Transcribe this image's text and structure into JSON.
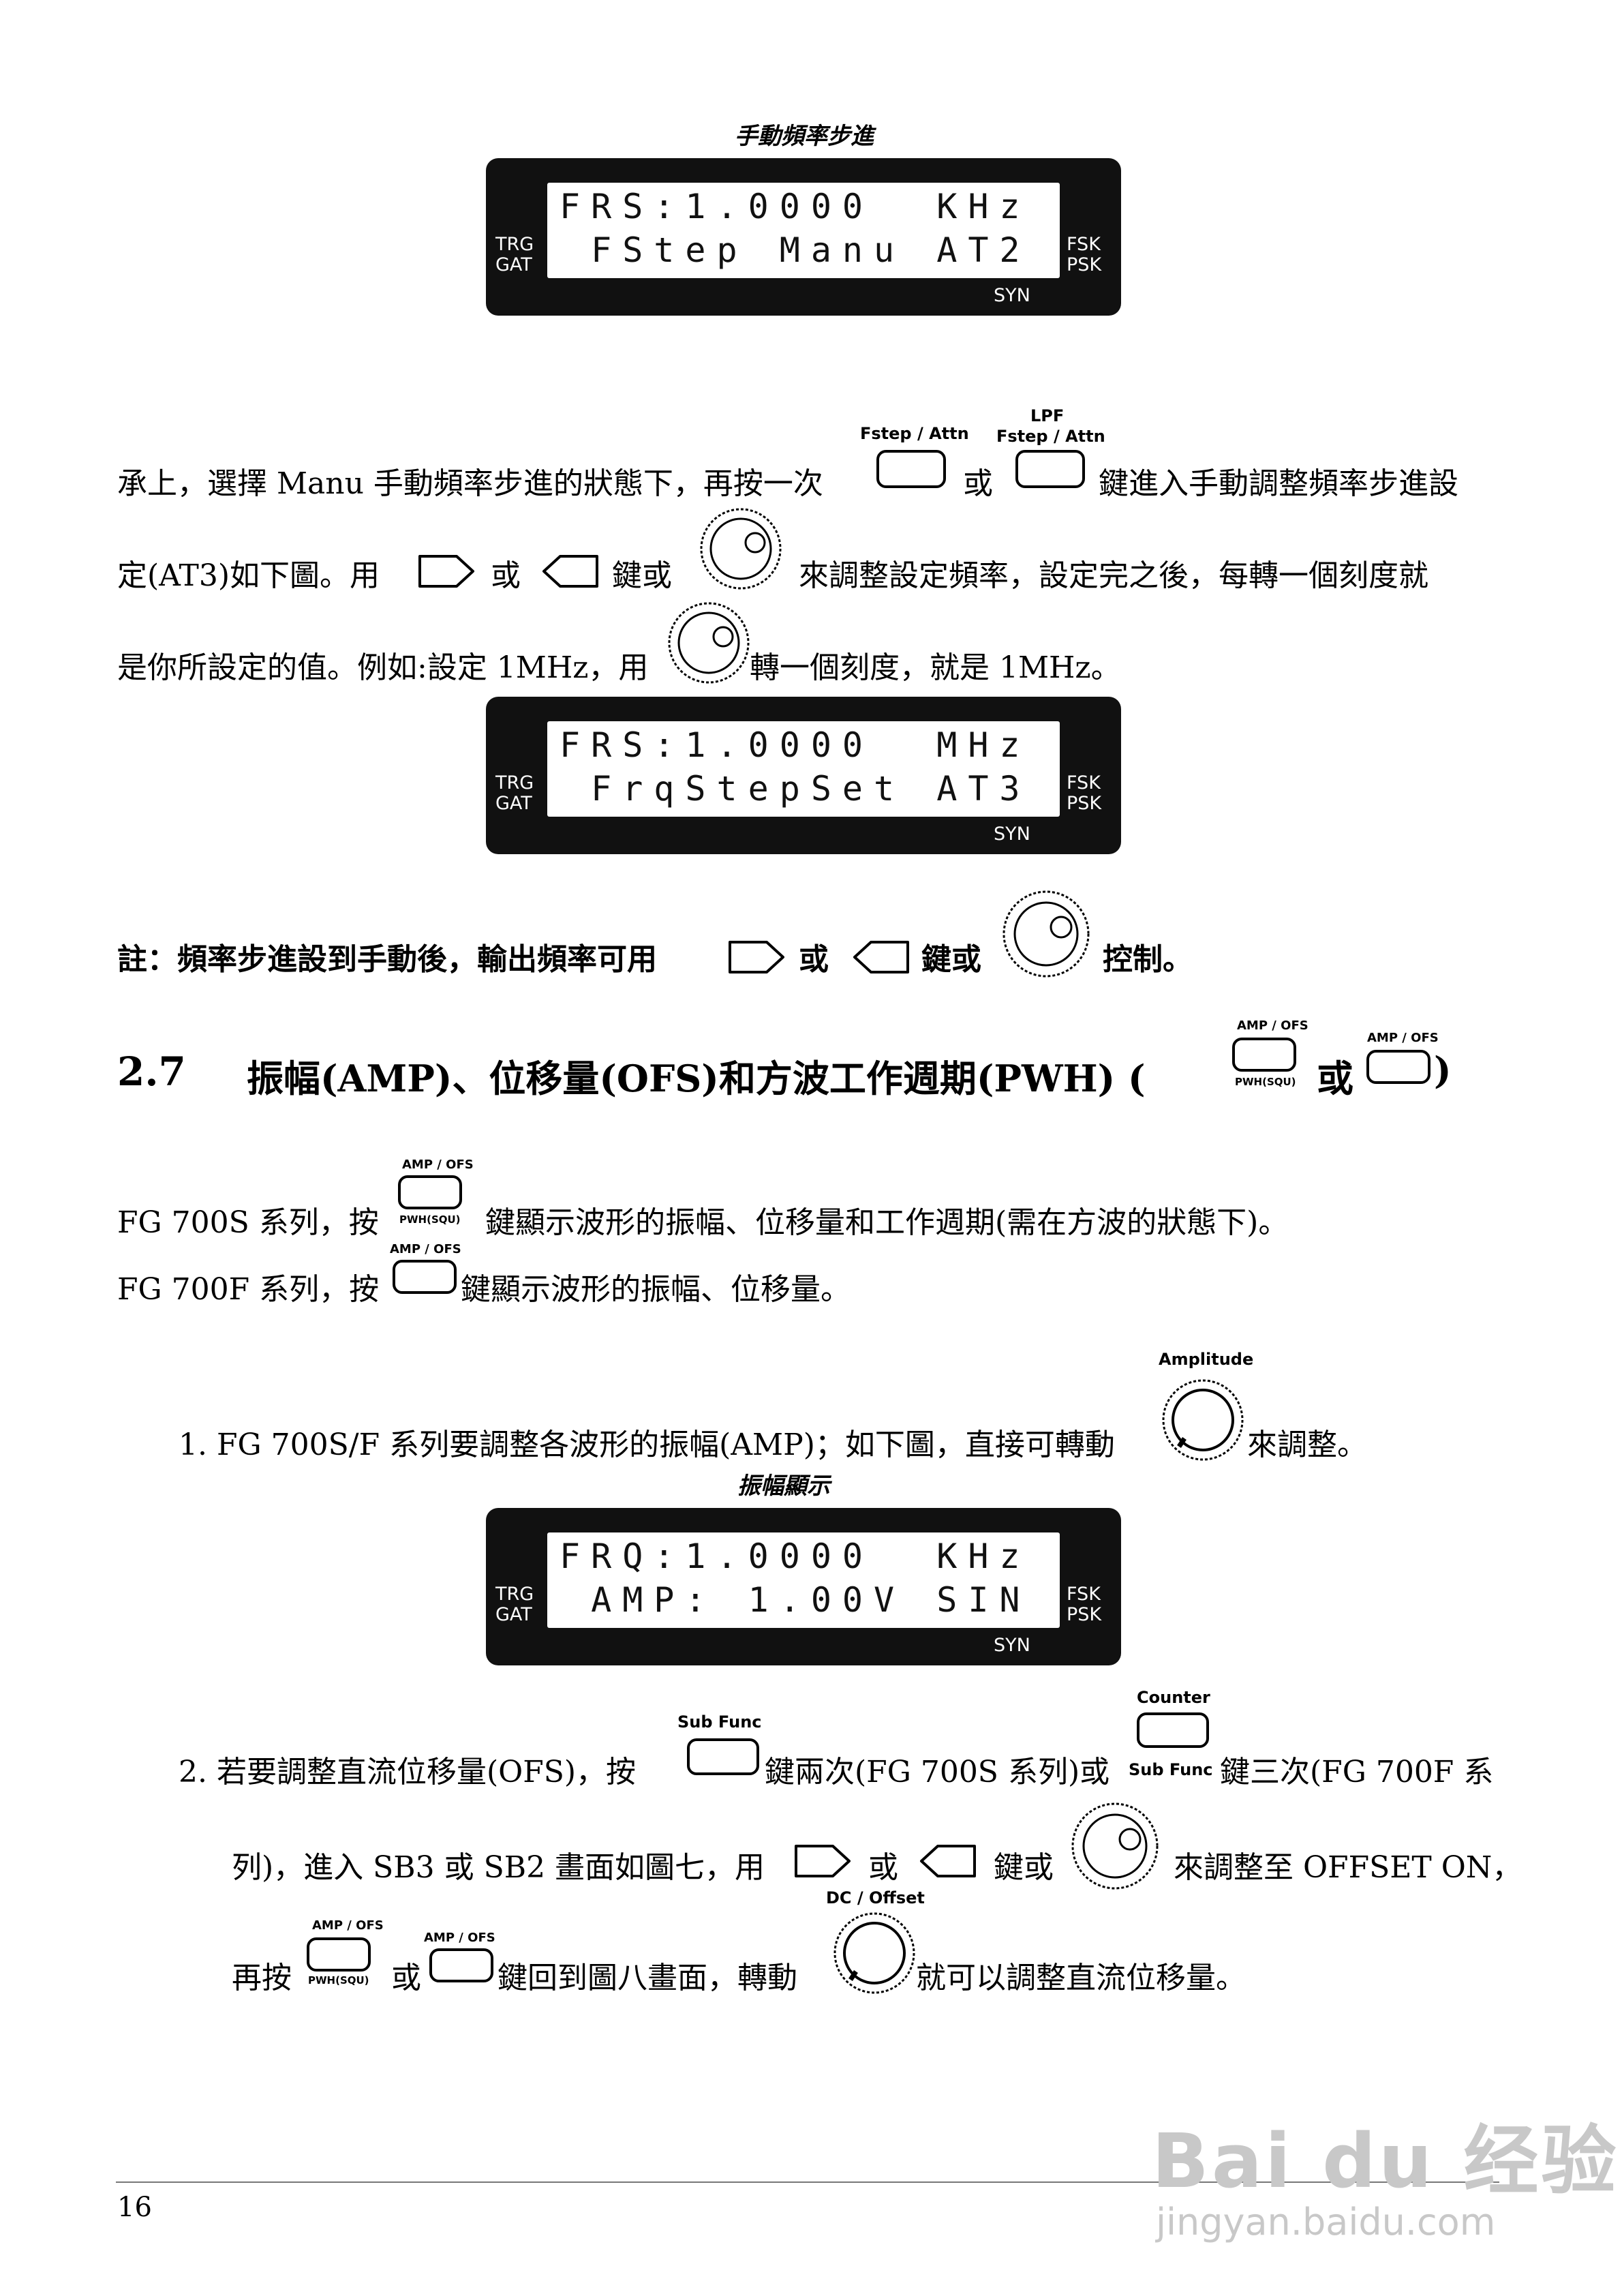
{
  "captions": {
    "manual_step": "手動頻率步進",
    "amp_display": "振幅顯示"
  },
  "lcd1": {
    "line1": "FRS:1.0000  KHz",
    "line2": " FStep Manu AT2",
    "left_top": "TRG",
    "left_bottom": "GAT",
    "right_top": "FSK",
    "right_bottom": "PSK",
    "bottom": "SYN"
  },
  "lcd2": {
    "line1": "FRS:1.0000  MHz",
    "line2": " FrqStepSet AT3",
    "left_top": "TRG",
    "left_bottom": "GAT",
    "right_top": "FSK",
    "right_bottom": "PSK",
    "bottom": "SYN"
  },
  "lcd3": {
    "line1": "FRQ:1.0000  KHz",
    "line2": " AMP: 1.00V SIN",
    "left_top": "TRG",
    "left_bottom": "GAT",
    "right_top": "FSK",
    "right_bottom": "PSK",
    "bottom": "SYN"
  },
  "keys": {
    "fstep_attn": "Fstep / Attn",
    "lpf": "LPF",
    "lpf_fstep_attn": "Fstep / Attn",
    "amp_ofs": "AMP / OFS",
    "pwh_squ": "PWH(SQU)",
    "amplitude": "Amplitude",
    "sub_func": "Sub Func",
    "counter": "Counter",
    "counter_sub": "Sub Func",
    "dc_offset": "DC / Offset"
  },
  "para1": {
    "a": "承上，選擇 Manu 手動頻率步進的狀態下，再按一次",
    "or": "或",
    "b": "鍵進入手動調整頻率步進設",
    "c": "定(AT3)如下圖。用",
    "d": "或",
    "e": "鍵或",
    "f": "來調整設定頻率，設定完之後，每轉一個刻度就",
    "g": "是你所設定的值。例如:設定 1MHz，用",
    "h": "轉一個刻度，就是 1MHz。"
  },
  "note": {
    "a": "註：頻率步進設到手動後，輸出頻率可用",
    "b": "或",
    "c": "鍵或",
    "d": "控制。"
  },
  "section": {
    "number": "2.7",
    "title": "振幅(AMP)、位移量(OFS)和方波工作週期(PWH) (",
    "or": "或",
    "close": ")"
  },
  "series": {
    "s_a": "FG 700S 系列，按",
    "s_b": "鍵顯示波形的振幅、位移量和工作週期(需在方波的狀態下)。",
    "f_a": "FG 700F 系列，按",
    "f_b": "鍵顯示波形的振幅、位移量。"
  },
  "item1": {
    "a": "1. FG 700S/F 系列要調整各波形的振幅(AMP)；如下圖，直接可轉動",
    "b": "來調整。"
  },
  "item2": {
    "a": "2. 若要調整直流位移量(OFS)，按",
    "b": "鍵兩次(FG 700S 系列)或",
    "c": "鍵三次(FG 700F 系",
    "d": "列)，進入 SB3 或 SB2 畫面如圖七，用",
    "e": "或",
    "f": "鍵或",
    "g": "來調整至 OFFSET ON，",
    "h": "再按",
    "i": "或",
    "j": "鍵回到圖八畫面，轉動",
    "k": "就可以調整直流位移量。"
  },
  "page_number": "16",
  "watermark": {
    "brand": "Bai du 经验",
    "url": "jingyan.baidu.com"
  }
}
